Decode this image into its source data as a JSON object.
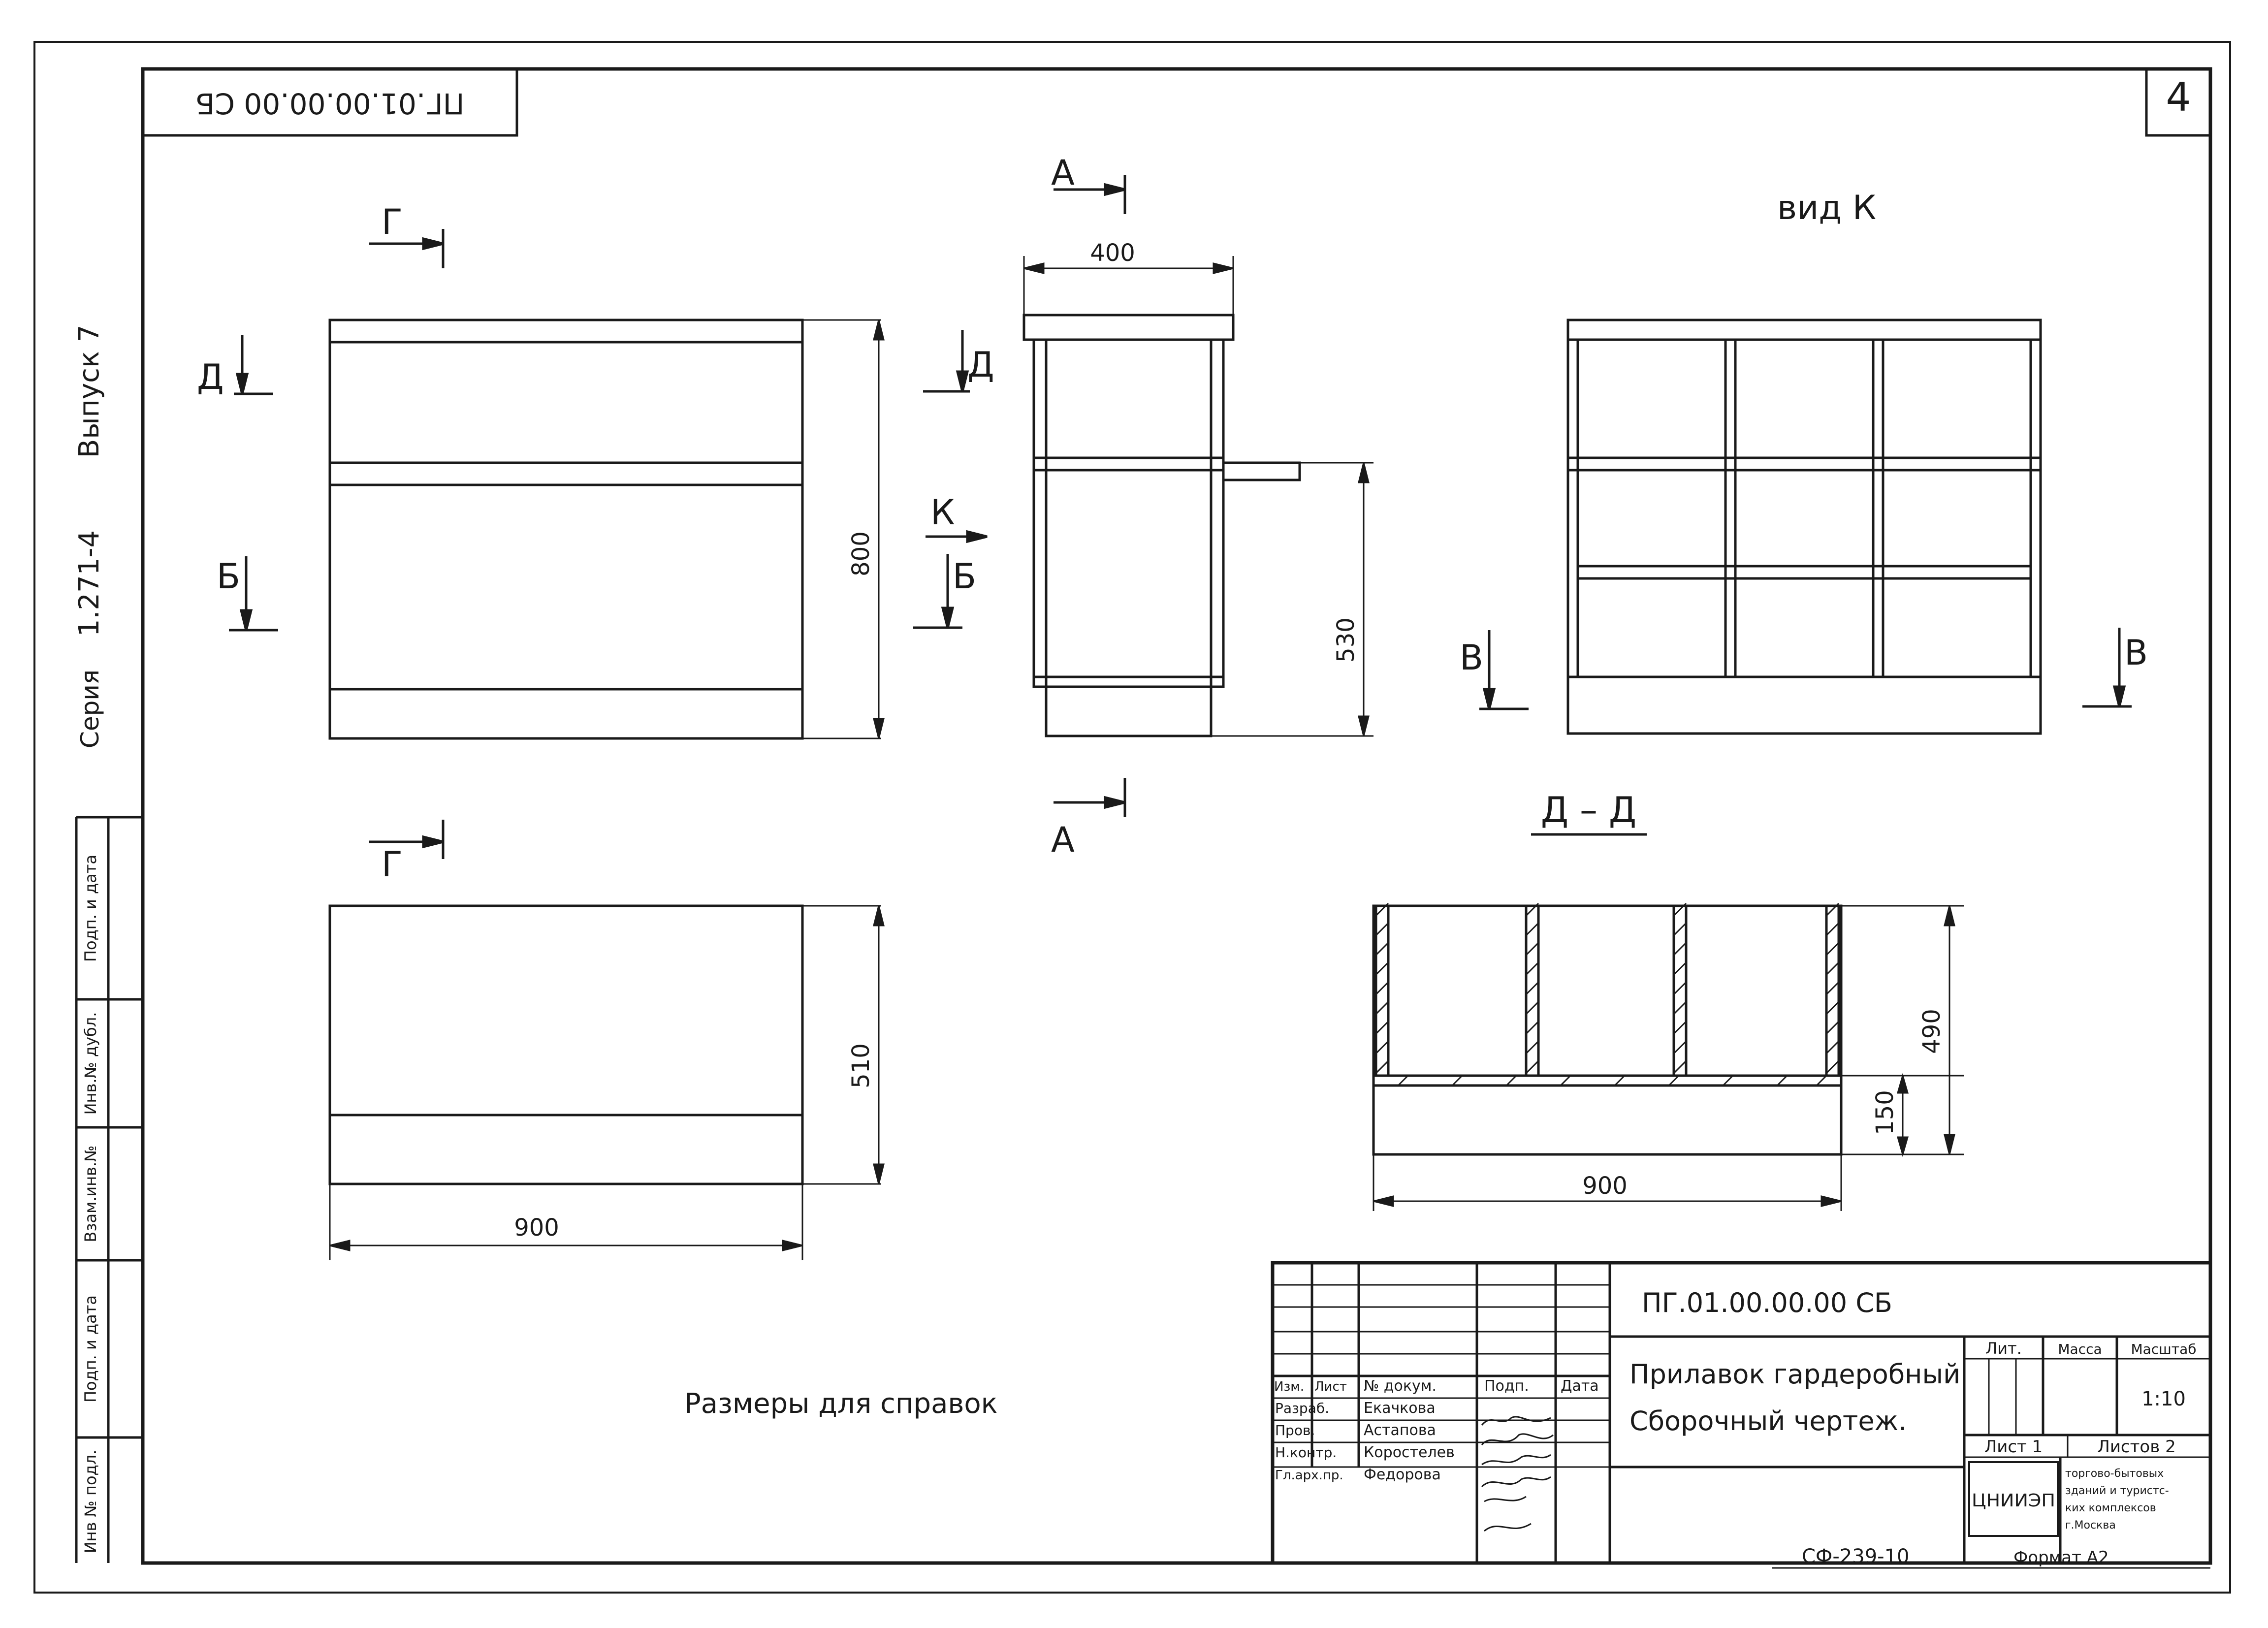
{
  "stamp_top": "ПГ.01.00.00.00 СБ",
  "sheet_number": "4",
  "side": {
    "series": "Серия",
    "series_num": "1.271-4",
    "issue": "Выпуск 7",
    "field1": "Инв № подл.",
    "field2": "Подп. и дата",
    "field3": "Взам.инв.№",
    "field4": "Инв.№ дубл.",
    "field5": "Подп. и дата"
  },
  "cuts": {
    "g": "Г",
    "d": "Д",
    "b": "Б",
    "a": "А",
    "k": "К",
    "v": "В"
  },
  "view_k_title": "вид К",
  "section_dd_title": "Д – Д",
  "dims": {
    "front_height": "800",
    "side_width": "400",
    "side_height": "530",
    "plan_depth": "510",
    "plan_width": "900",
    "dd_width": "900",
    "dd_height": "490",
    "dd_plinth": "150"
  },
  "note": "Размеры для справок",
  "title_block": {
    "designation": "ПГ.01.00.00.00 СБ",
    "name_line1": "Прилавок гардеробный",
    "name_line2": "Сборочный чертеж.",
    "col_izm": "Изм.",
    "col_list": "Лист",
    "col_doc": "№ докум.",
    "col_sign": "Подп.",
    "col_date": "Дата",
    "roles": [
      "Разраб.",
      "Пров.",
      "Н.контр.",
      "Гл.арх.пр."
    ],
    "names": [
      "Екачкова",
      "Астапова",
      "Коростелев",
      "Федорова"
    ],
    "lit_label": "Лит.",
    "mass_label": "Масса",
    "scale_label": "Масштаб",
    "scale_value": "1:10",
    "sheet_label": "Лист 1",
    "sheets_label": "Листов 2",
    "org_logo": "ЦНИИЭП",
    "org_lines": [
      "торгово-бытовых",
      "зданий и туристс-",
      "ких комплексов",
      "г.Москва"
    ]
  },
  "footer_code": "СФ-239-10",
  "footer_format": "Формат А2"
}
